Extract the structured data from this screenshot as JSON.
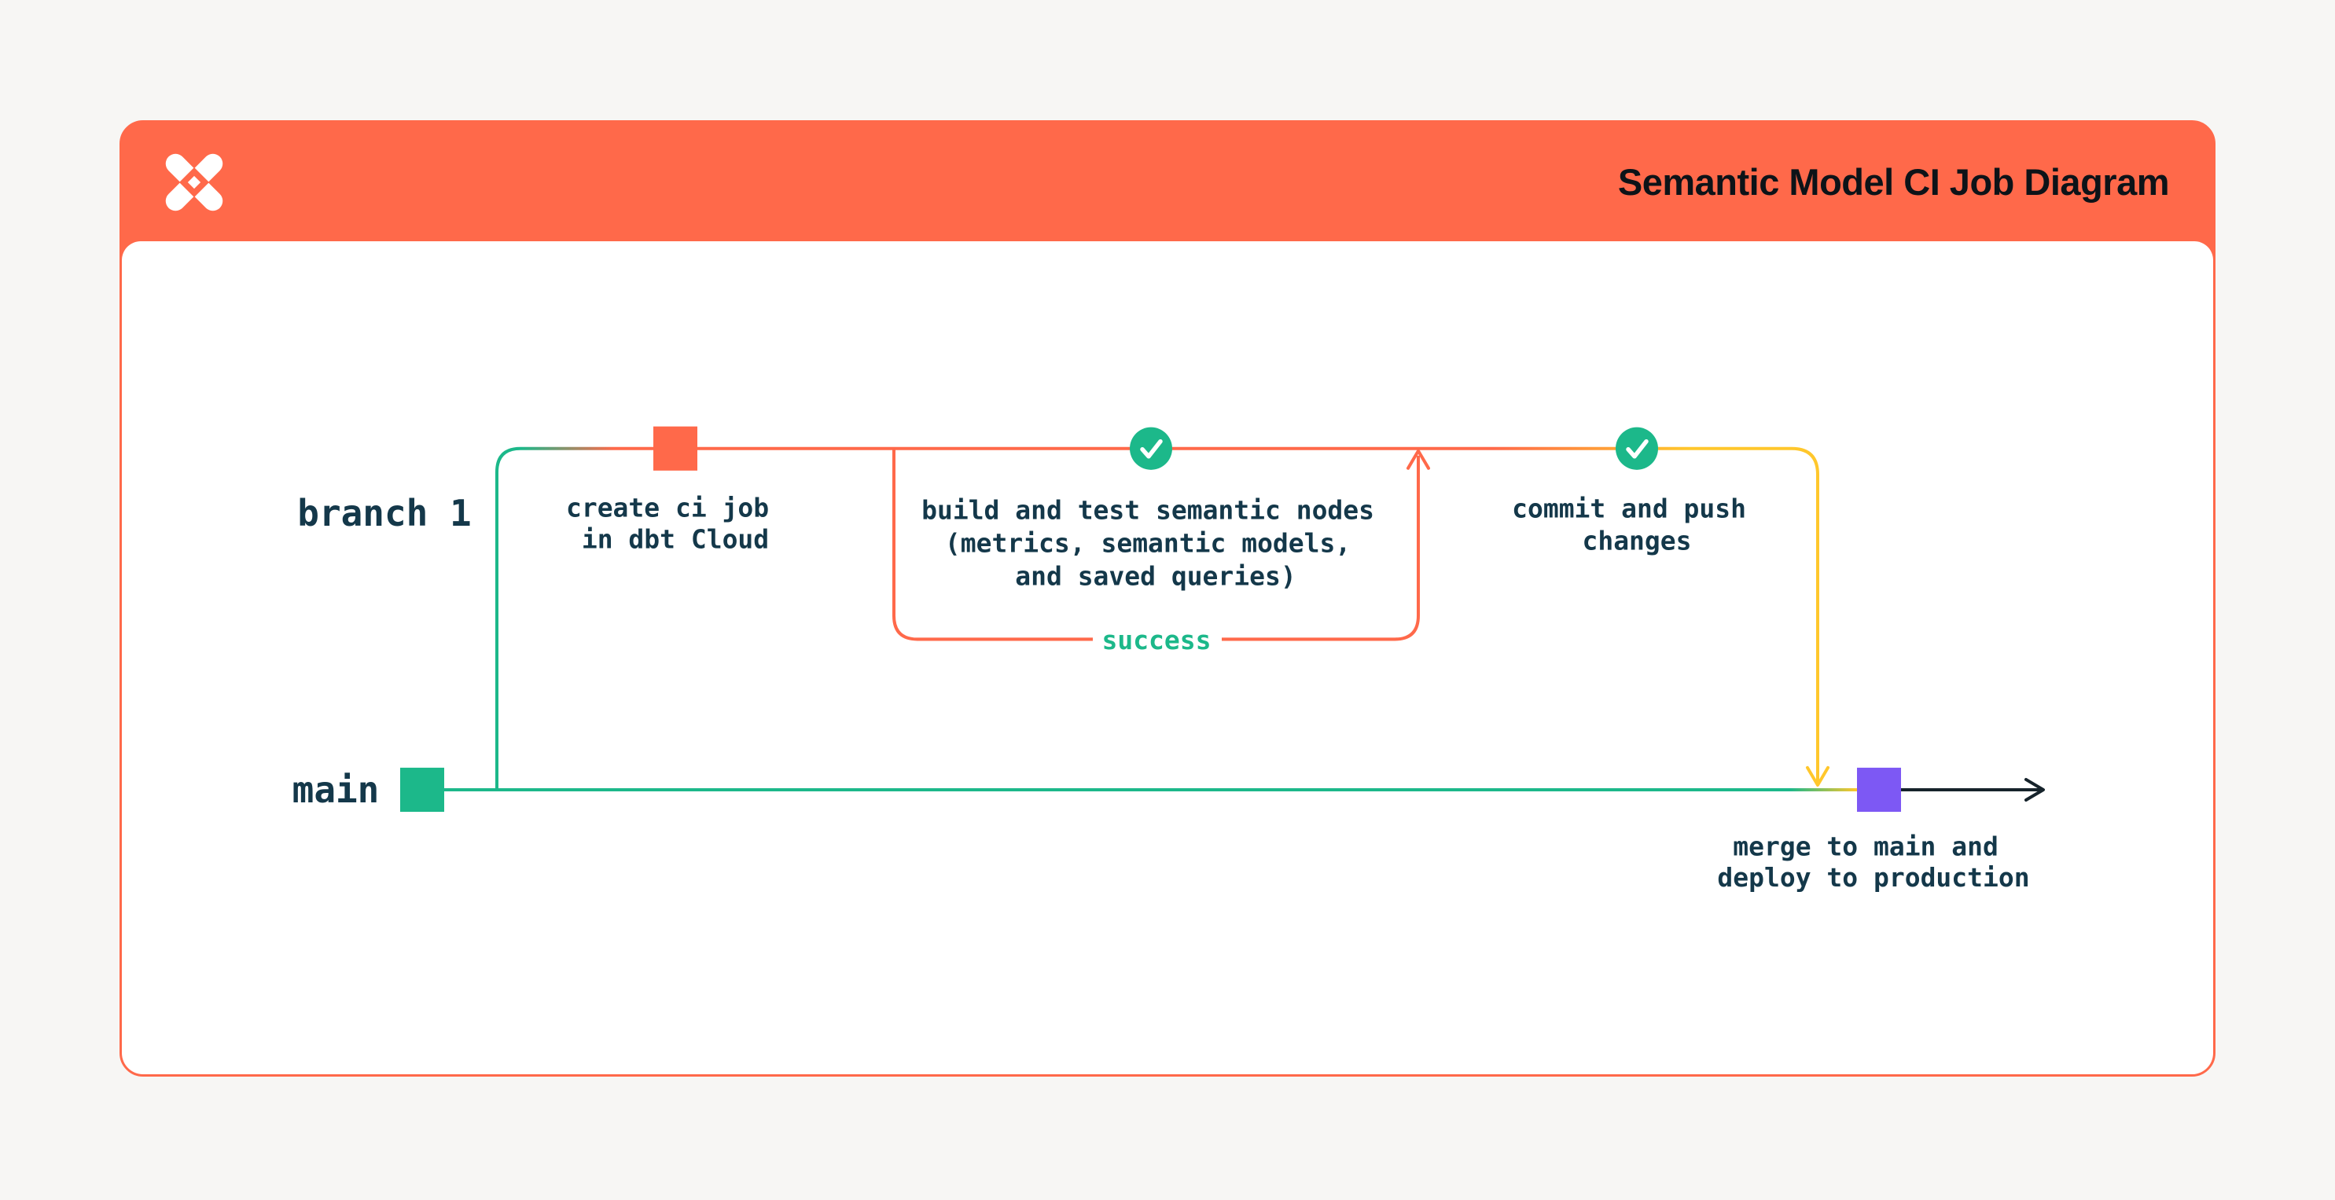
{
  "header": {
    "title": "Semantic Model CI Job Diagram",
    "logo": "dbt-logo"
  },
  "colors": {
    "header_orange": "#FF694A",
    "branch_orange": "#FF694A",
    "git_green": "#1CB88A",
    "merge_yellow": "#FFC72C",
    "deploy_purple": "#7D58F4",
    "label_ink": "#14384A",
    "title_ink": "#0d1318",
    "page_background": "#f7f6f4",
    "card_background": "#ffffff"
  },
  "diagram": {
    "branch_label": "branch 1",
    "main_label": "main",
    "success_label": "success",
    "create_ci_job": {
      "line1": "create ci job",
      "line2": "in dbt Cloud"
    },
    "build_and_test": {
      "line1": "build and test semantic nodes",
      "line2": "(metrics, semantic models,",
      "line3": "and saved queries)"
    },
    "commit_and_push": {
      "line1": "commit and push",
      "line2": "changes"
    },
    "merge_to_main": {
      "line1": "merge to main and",
      "line2": "deploy to production"
    }
  }
}
